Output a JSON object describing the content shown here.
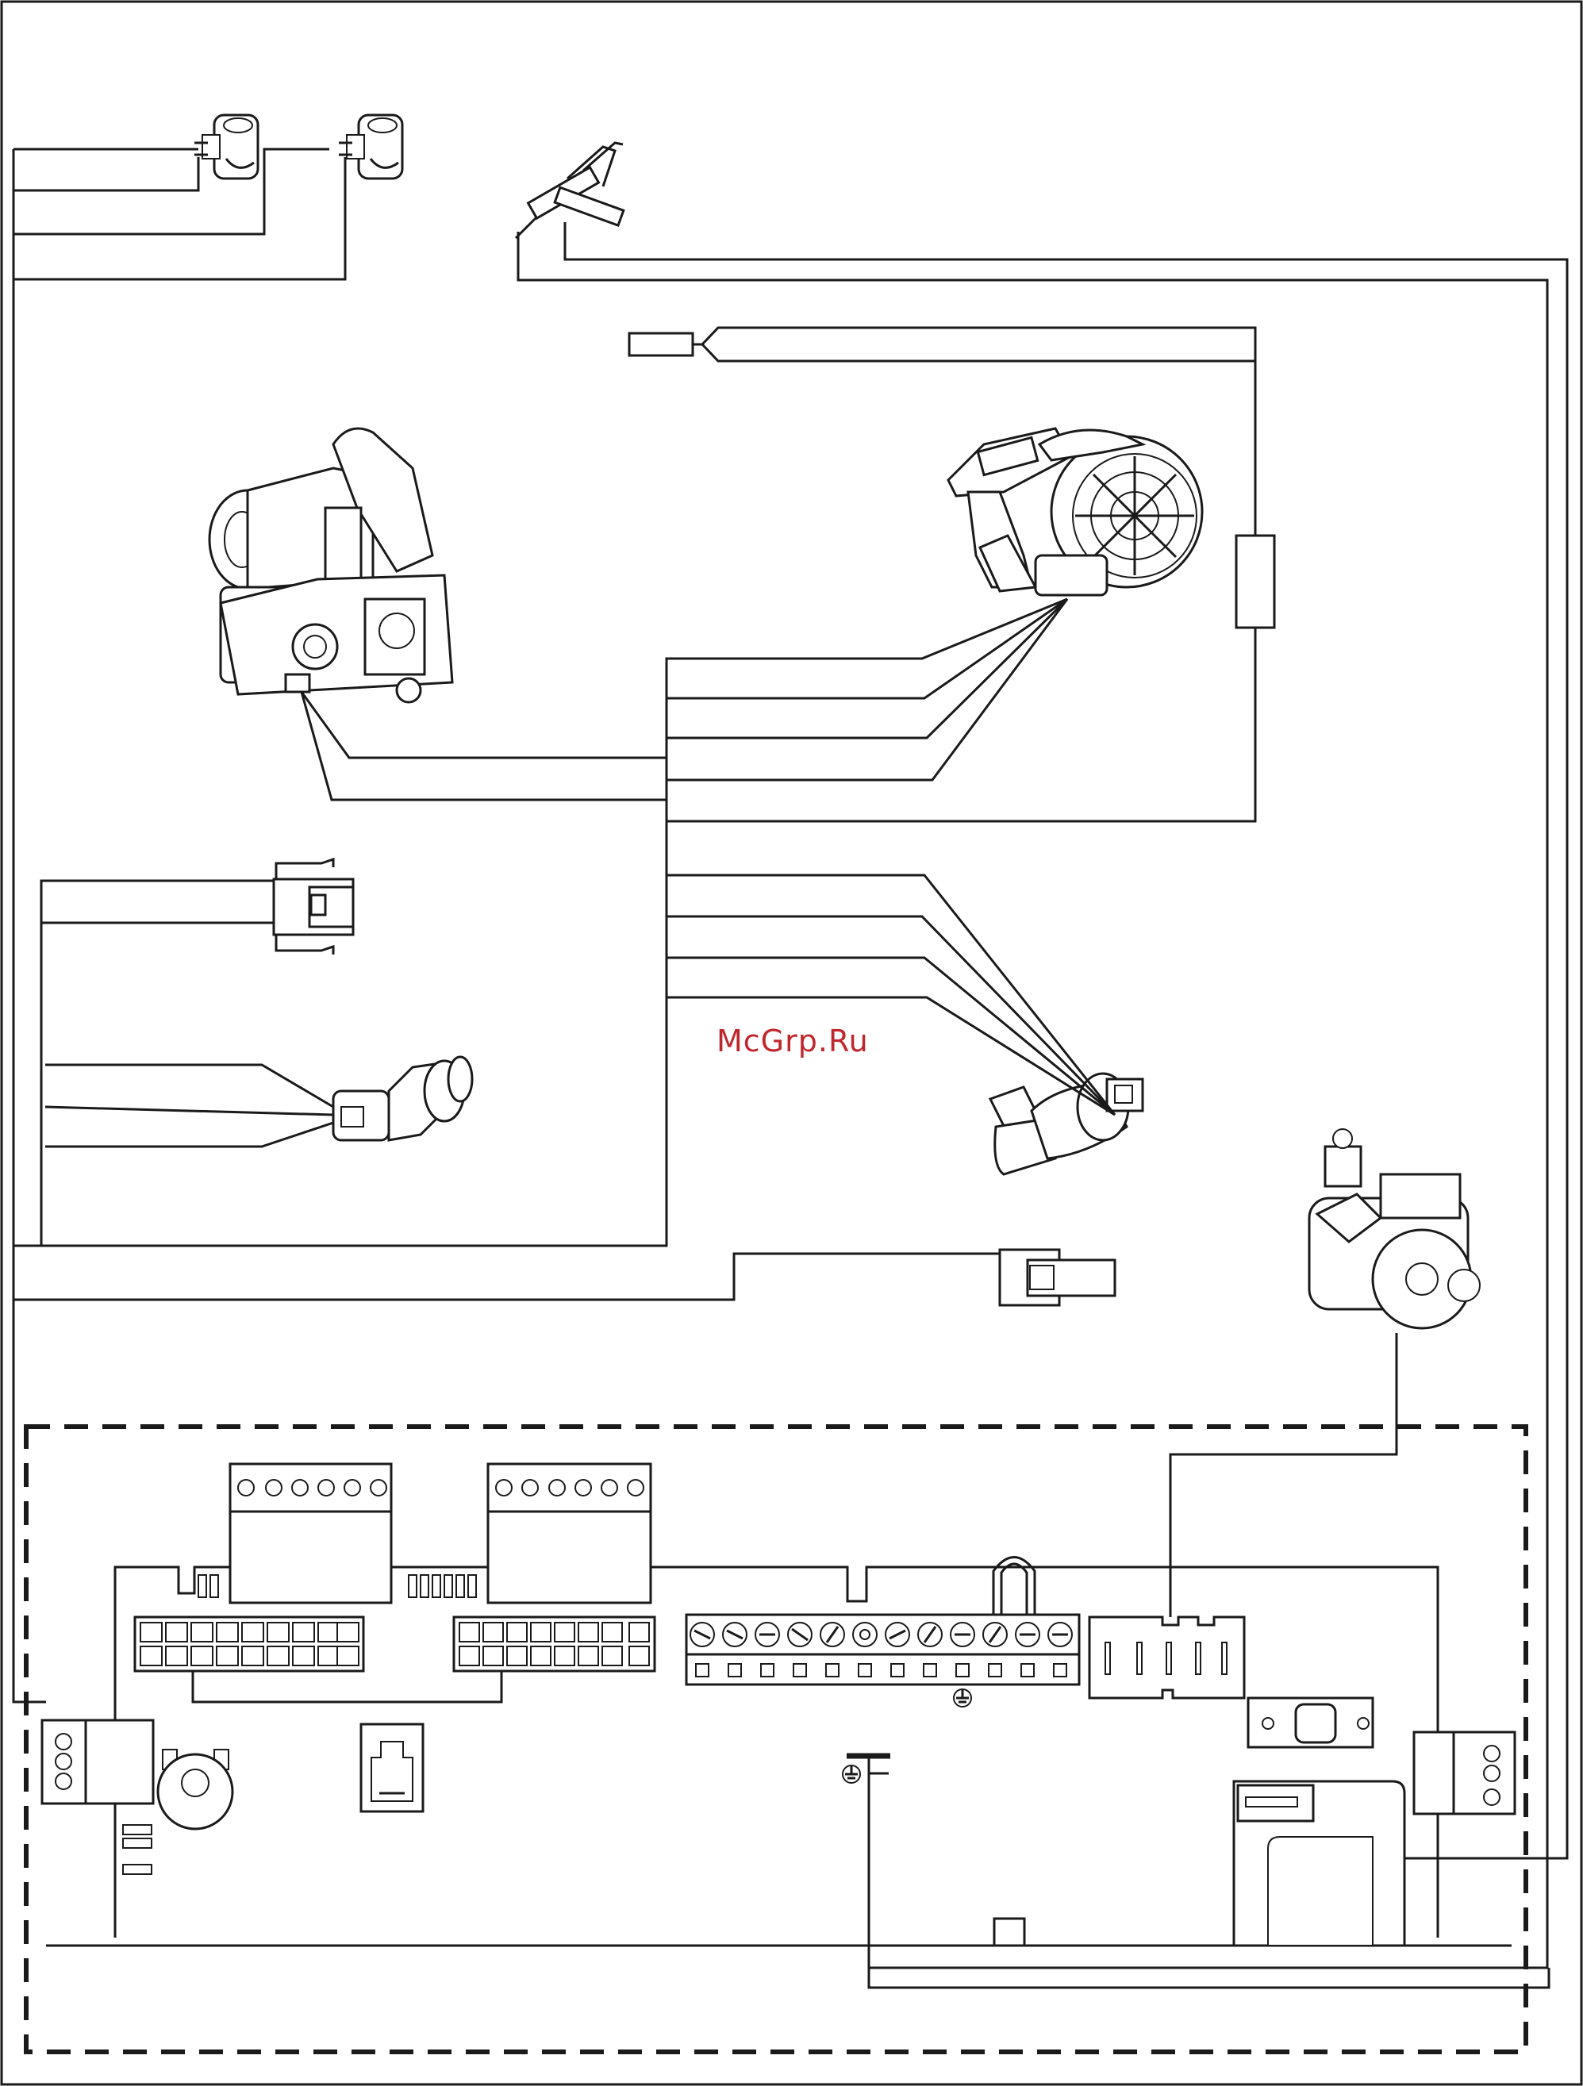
{
  "watermark": {
    "text": "McGrp.Ru",
    "color": "#c0272d"
  },
  "colors": {
    "line": "#1a1a1a",
    "background": "#ffffff"
  },
  "components": [
    {
      "id": "ignition-electrodes",
      "icon": "electrode-icon"
    },
    {
      "id": "flame-sensor",
      "icon": "probe-icon"
    },
    {
      "id": "gas-valve",
      "icon": "gas-valve-icon"
    },
    {
      "id": "fan",
      "icon": "fan-icon"
    },
    {
      "id": "water-pressure-switch",
      "icon": "pressure-switch-icon"
    },
    {
      "id": "sensor",
      "icon": "sensor-icon"
    },
    {
      "id": "flow-sensor",
      "icon": "flow-sensor-icon"
    },
    {
      "id": "pump",
      "icon": "pump-icon"
    },
    {
      "id": "control-board",
      "icon": "pcb-icon"
    }
  ],
  "symbols": {
    "ground": "⏚"
  }
}
